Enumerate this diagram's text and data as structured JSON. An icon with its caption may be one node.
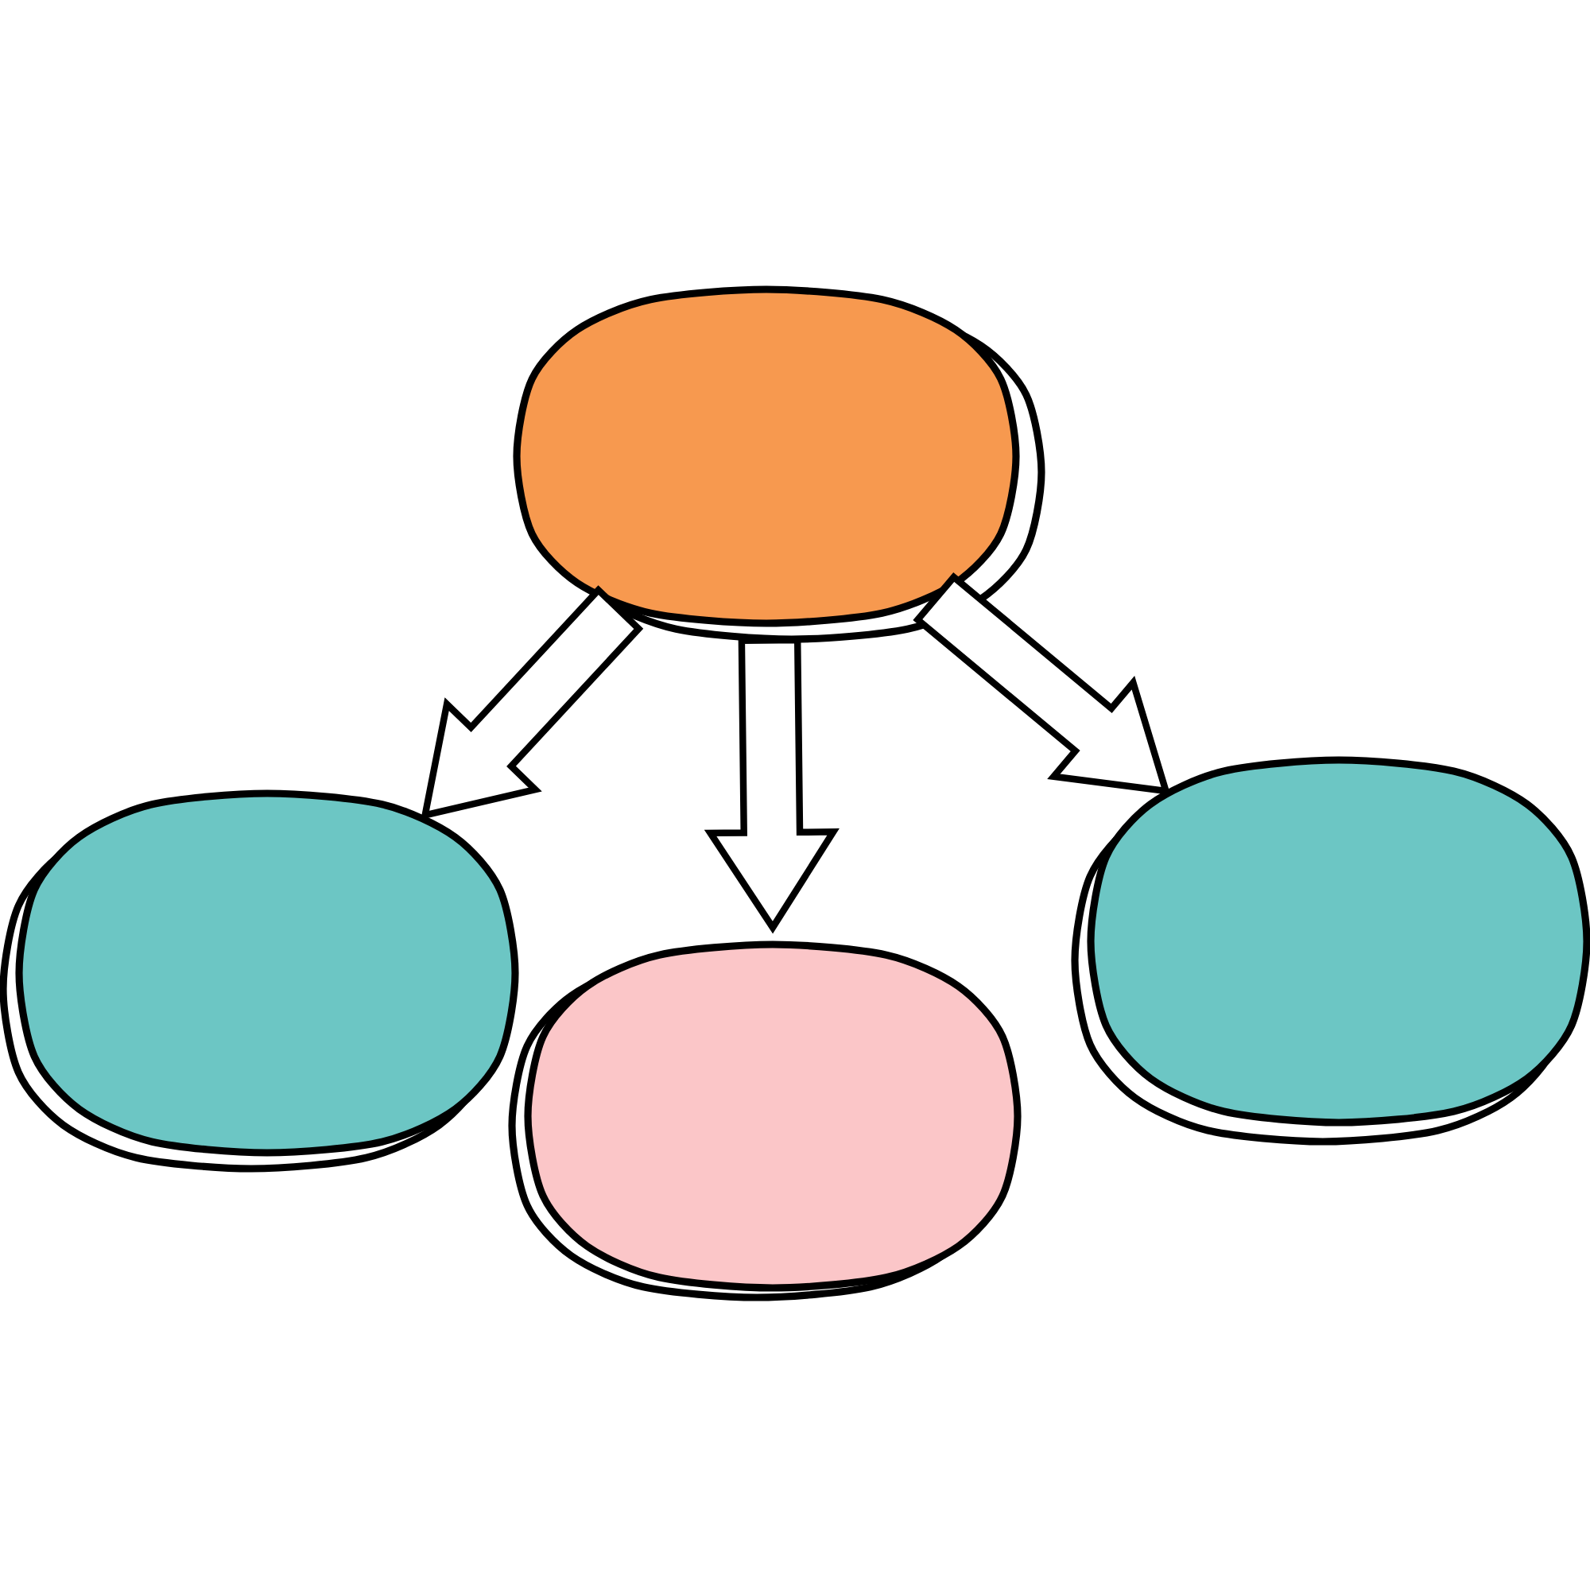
{
  "diagram": {
    "nodes": [
      {
        "text": [],
        "shape": "blob"
      },
      {
        "text": [],
        "shape": "blob"
      },
      {
        "text": [],
        "shape": "blob"
      },
      {
        "text": [],
        "shape": "blob"
      }
    ],
    "edges": [
      {
        "from": 0,
        "to": 1,
        "arrow": "to"
      },
      {
        "from": 0,
        "to": 2,
        "arrow": "to"
      },
      {
        "from": 0,
        "to": 3,
        "arrow": "to"
      }
    ]
  }
}
